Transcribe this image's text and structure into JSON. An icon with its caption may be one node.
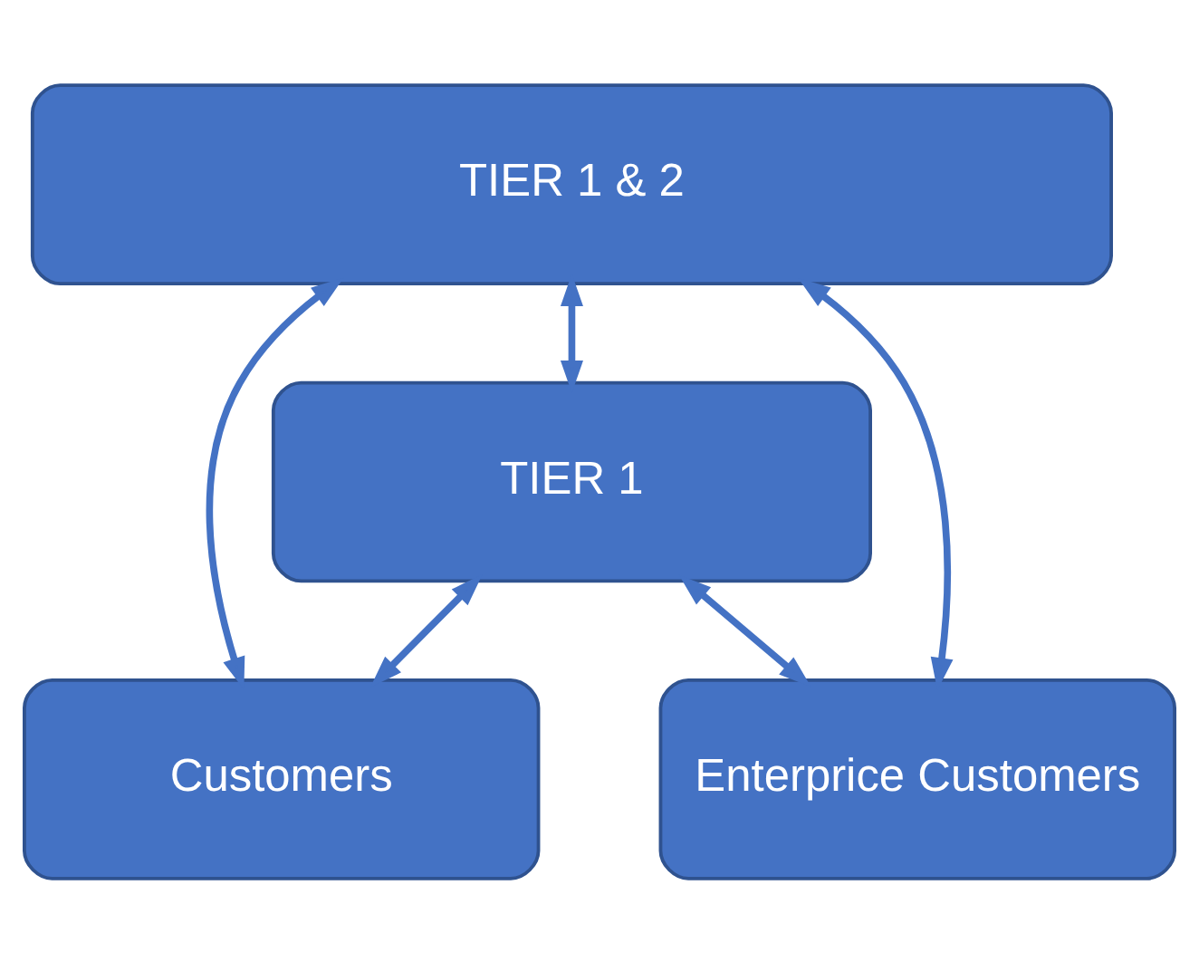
{
  "diagram": {
    "nodes": [
      {
        "text": [
          "TIER 1 & 2"
        ]
      },
      {
        "text": [
          "TIER 1"
        ]
      },
      {
        "text": [
          "Customers"
        ]
      },
      {
        "text": [
          "Enterprice Customers"
        ]
      }
    ],
    "edges": [
      {
        "from": 0,
        "to": 2,
        "arrow": "both"
      },
      {
        "from": 0,
        "to": 1,
        "arrow": "both"
      },
      {
        "from": 1,
        "to": 2,
        "arrow": "both"
      },
      {
        "from": 1,
        "to": 3,
        "arrow": "both"
      },
      {
        "from": 0,
        "to": 3,
        "arrow": "both"
      }
    ]
  }
}
